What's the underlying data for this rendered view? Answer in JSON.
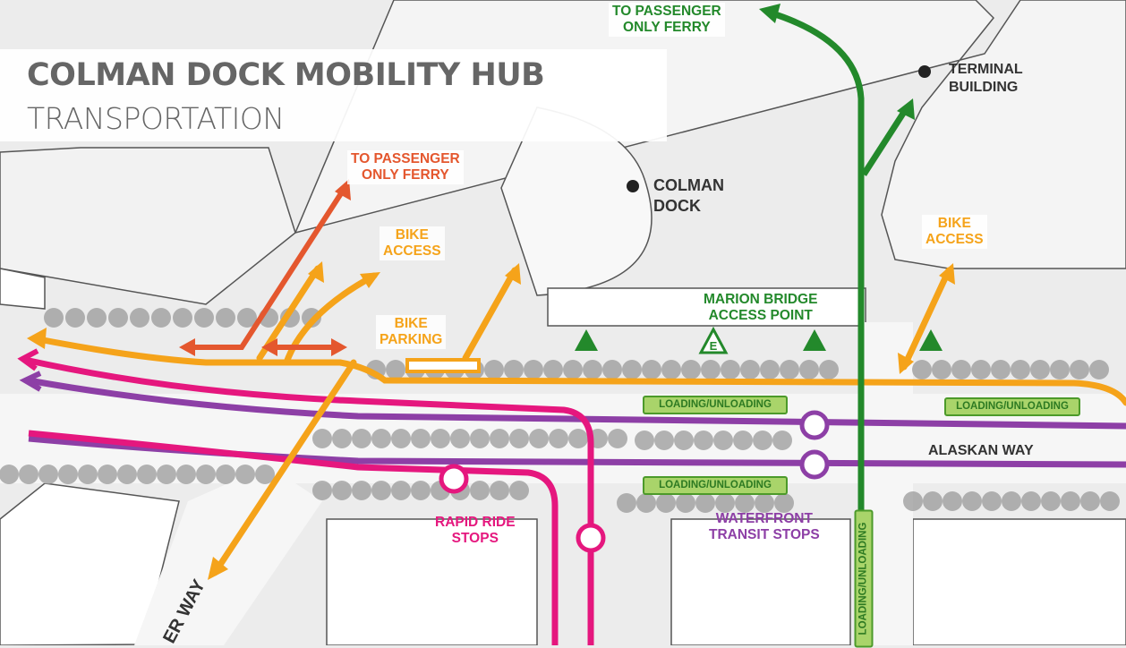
{
  "header": {
    "title": "COLMAN DOCK MOBILITY HUB",
    "subtitle": "TRANSPORTATION"
  },
  "colors": {
    "bike": "#f5a31a",
    "ferry_red": "#e4572e",
    "rapid_ride": "#e5177e",
    "waterfront_transit": "#8d3fa6",
    "ferry_green": "#23892b",
    "loading_fill": "#a9d46a"
  },
  "labels": {
    "ferry_top": [
      "TO PASSENGER",
      "ONLY FERRY"
    ],
    "ferry_left": [
      "TO PASSENGER",
      "ONLY FERRY"
    ],
    "bike_access_left": [
      "BIKE",
      "ACCESS"
    ],
    "bike_access_right": [
      "BIKE",
      "ACCESS"
    ],
    "bike_parking": [
      "BIKE",
      "PARKING"
    ],
    "marion_bridge": [
      "MARION BRIDGE",
      "ACCESS POINT"
    ],
    "rapid_ride": [
      "RAPID RIDE",
      "STOPS"
    ],
    "waterfront": [
      "WATERFRONT",
      "TRANSIT STOPS"
    ]
  },
  "places": {
    "terminal": [
      "TERMINAL",
      "BUILDING"
    ],
    "colman": [
      "COLMAN",
      "DOCK"
    ],
    "alaskan_way": "ALASKAN WAY",
    "street_sw": "ER WAY"
  },
  "loading_zones": [
    "LOADING/UNLOADING",
    "LOADING/UNLOADING",
    "LOADING/UNLOADING",
    "LOADING/UNLOADING"
  ],
  "icons": {
    "elevator": "E",
    "access_point": "triangle",
    "landmark": "dot"
  }
}
